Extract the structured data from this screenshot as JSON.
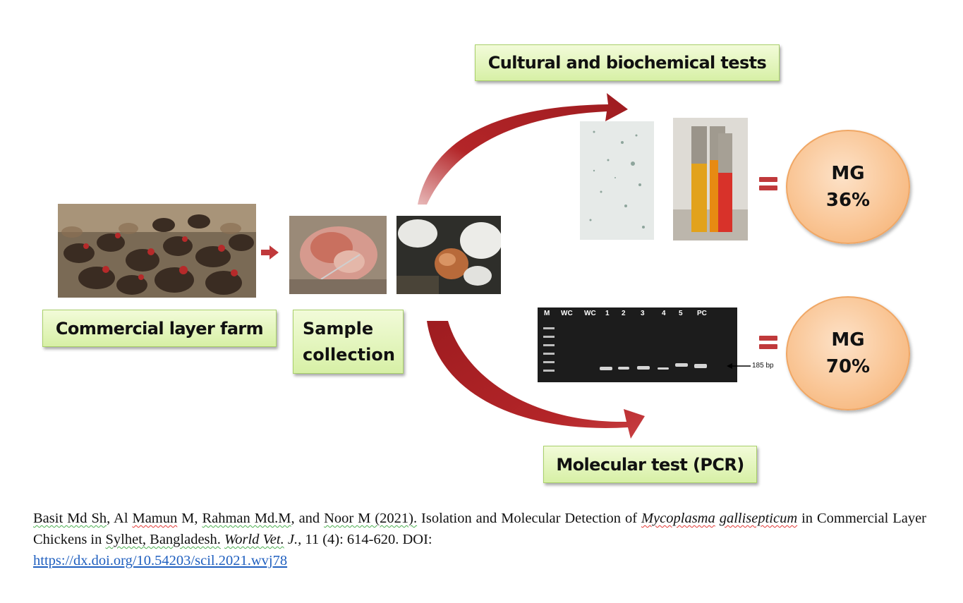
{
  "labels": {
    "farm": "Commercial layer farm",
    "sample_line1": "Sample",
    "sample_line2": "collection",
    "cultural": "Cultural and biochemical tests",
    "molecular": "Molecular test (PCR)"
  },
  "results": {
    "cultural": {
      "line1": "MG",
      "line2": "36%"
    },
    "molecular": {
      "line1": "MG",
      "line2": "70%"
    }
  },
  "gel": {
    "lane_labels": [
      "M",
      "WC",
      "WC",
      "1",
      "2",
      "3",
      "4",
      "5",
      "PC"
    ],
    "marker_label": "185 bp"
  },
  "citation": {
    "authors_1": "Basit Md Sh",
    "authors_2": ", Al ",
    "authors_3": "Mamun",
    "authors_4": " M, ",
    "authors_5": "Rahman Md.M",
    "authors_6": ", and ",
    "authors_7": "Noor M (2021).",
    "title_pre": " Isolation and Molecular Detection of ",
    "genus": "Mycoplasma",
    "species": "gallisepticum",
    "title_post": " in Commercial Layer Chickens in ",
    "place": "Sylhet, Bangladesh.",
    "journal_italic": "World Vet.",
    "journal_rest": " J.,",
    "volume": " 11 (4): 614-620. DOI:",
    "doi": "https://dx.doi.org/10.54203/scil.2021.wvj78"
  },
  "colors": {
    "arrow_red": "#b32528",
    "box_green": "#d7f0a6",
    "circle_orange": "#f9c391",
    "link_blue": "#1f5fbf"
  }
}
